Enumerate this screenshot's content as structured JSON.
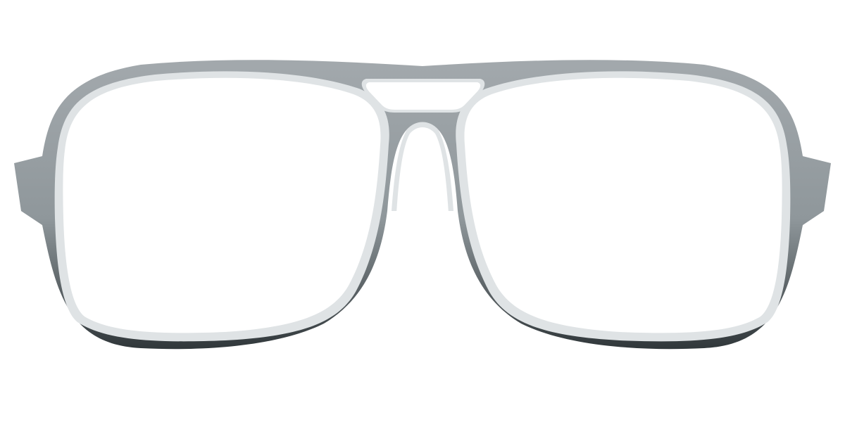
{
  "image": {
    "subject": "eyeglasses-frame",
    "style": "aviator-double-bridge",
    "view": "front"
  },
  "colors": {
    "background": "#ffffff",
    "frame_top": "#a3a9ad",
    "frame_mid": "#8f979b",
    "frame_bottom": "#2e3538",
    "inner_rim_light": "#dfe3e5",
    "lens_fill": "#ffffff"
  }
}
